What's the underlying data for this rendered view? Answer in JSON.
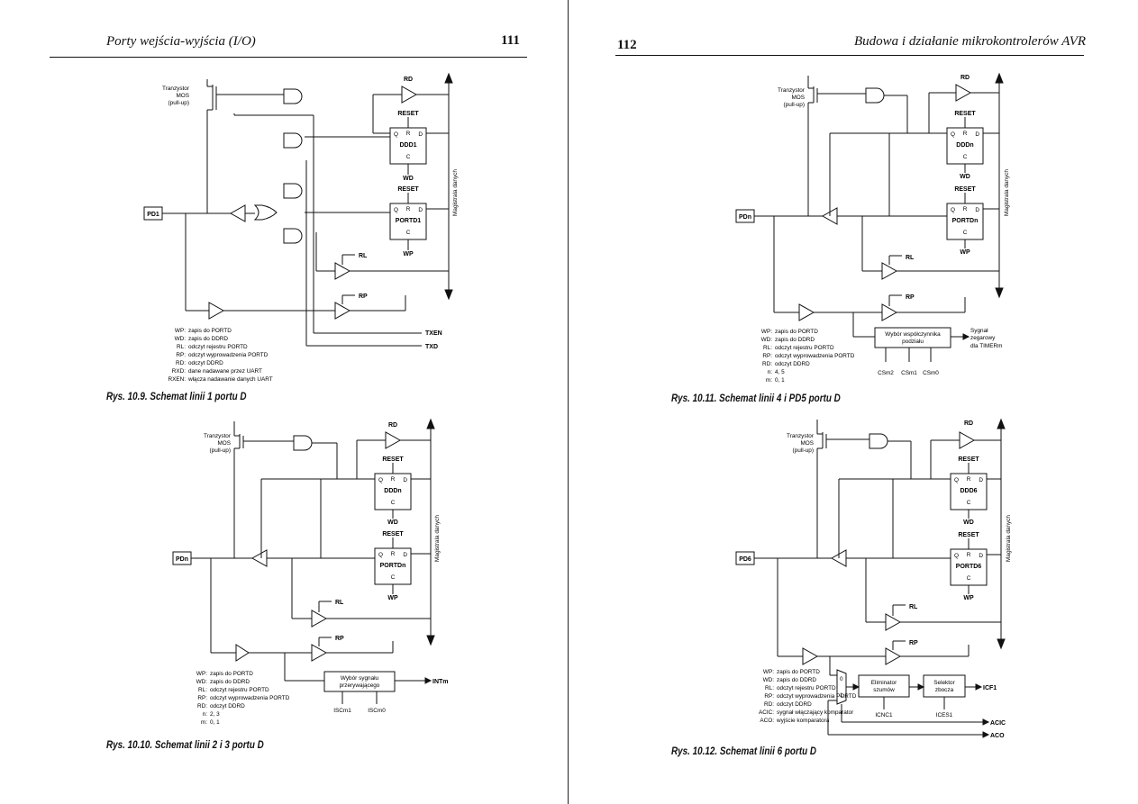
{
  "left_page": {
    "header_title": "Porty wejścia-wyjścia (I/O)",
    "page_number": "111",
    "figures": [
      {
        "caption": "Rys. 10.9. Schemat linii 1 portu D",
        "pin_label": "PD1",
        "transistor_label": [
          "Tranzystor",
          "MOS",
          "(pull-up)"
        ],
        "dir_register": "DDD1",
        "port_register": "PORTD1",
        "reset_label": "RESET",
        "q_label": "Q",
        "r_label": "R",
        "d_label": "D",
        "c_label": "C",
        "rd_label": "RD",
        "wd_label": "WD",
        "wp_label": "WP",
        "rl_label": "RL",
        "rp_label": "RP",
        "bus_label": "Magistrala danych",
        "extra_signals": [
          "TXEN",
          "TXD"
        ],
        "legend": [
          {
            "key": "WP:",
            "text": "zapis do PORTD"
          },
          {
            "key": "WD:",
            "text": "zapis do DDRD"
          },
          {
            "key": "RL:",
            "text": "odczyt rejestru PORTD"
          },
          {
            "key": "RP:",
            "text": "odczyt wyprowadzenia PORTD"
          },
          {
            "key": "RD:",
            "text": "odczyt DDRD"
          },
          {
            "key": "RXD:",
            "text": "dane nadawane przez UART"
          },
          {
            "key": "RXEN:",
            "text": "włącza nadawanie danych UART"
          }
        ]
      },
      {
        "caption": "Rys. 10.10. Schemat linii 2 i 3 portu D",
        "pin_label": "PDn",
        "transistor_label": [
          "Tranzystor",
          "MOS",
          "(pull-up)"
        ],
        "dir_register": "DDDn",
        "port_register": "PORTDn",
        "reset_label": "RESET",
        "q_label": "Q",
        "r_label": "R",
        "d_label": "D",
        "c_label": "C",
        "rd_label": "RD",
        "wd_label": "WD",
        "wp_label": "WP",
        "rl_label": "RL",
        "rp_label": "RP",
        "bus_label": "Magistrala danych",
        "block_label": [
          "Wybór sygnału",
          "przerywającego"
        ],
        "block_output": "INTm",
        "block_inputs": [
          "ISCm1",
          "ISCm0"
        ],
        "legend": [
          {
            "key": "WP:",
            "text": "zapis do PORTD"
          },
          {
            "key": "WD:",
            "text": "zapis do DDRD"
          },
          {
            "key": "RL:",
            "text": "odczyt rejestru PORTD"
          },
          {
            "key": "RP:",
            "text": "odczyt wyprowadzenia PORTD"
          },
          {
            "key": "RD:",
            "text": "odczyt DDRD"
          },
          {
            "key": "n:",
            "text": "2, 3"
          },
          {
            "key": "m:",
            "text": "0, 1"
          }
        ]
      }
    ]
  },
  "right_page": {
    "header_title": "Budowa i działanie mikrokontrolerów AVR",
    "page_number": "112",
    "figures": [
      {
        "caption": "Rys. 10.11. Schemat linii 4 i PD5 portu D",
        "pin_label": "PDn",
        "transistor_label": [
          "Tranzystor",
          "MOS",
          "(pull-up)"
        ],
        "dir_register": "DDDn",
        "port_register": "PORTDn",
        "reset_label": "RESET",
        "q_label": "Q",
        "r_label": "R",
        "d_label": "D",
        "c_label": "C",
        "rd_label": "RD",
        "wd_label": "WD",
        "wp_label": "WP",
        "rl_label": "RL",
        "rp_label": "RP",
        "bus_label": "Magistrala danych",
        "block_label": [
          "Wybór współczynnika",
          "podziału"
        ],
        "block_output": [
          "Sygnał",
          "zegarowy",
          "dla TIMERm"
        ],
        "block_inputs": [
          "CSm2",
          "CSm1",
          "CSm0"
        ],
        "legend": [
          {
            "key": "WP:",
            "text": "zapis do PORTD"
          },
          {
            "key": "WD:",
            "text": "zapis do DDRD"
          },
          {
            "key": "RL:",
            "text": "odczyt rejestru PORTD"
          },
          {
            "key": "RP:",
            "text": "odczyt wyprowadzenia PORTD"
          },
          {
            "key": "RD:",
            "text": "odczyt DDRD"
          },
          {
            "key": "n:",
            "text": "4, 5"
          },
          {
            "key": "m:",
            "text": "0, 1"
          }
        ]
      },
      {
        "caption": "Rys. 10.12. Schemat linii 6 portu D",
        "pin_label": "PD6",
        "transistor_label": [
          "Tranzystor",
          "MOS",
          "(pull-up)"
        ],
        "dir_register": "DDD6",
        "port_register": "PORTD6",
        "reset_label": "RESET",
        "q_label": "Q",
        "r_label": "R",
        "d_label": "D",
        "c_label": "C",
        "rd_label": "RD",
        "wd_label": "WD",
        "wp_label": "WP",
        "rl_label": "RL",
        "rp_label": "RP",
        "bus_label": "Magistrala danych",
        "mux_labels": [
          "0",
          "1"
        ],
        "block1_label": [
          "Eliminator",
          "szumów"
        ],
        "block2_label": [
          "Selektor",
          "zbocza"
        ],
        "block_output": "ICF1",
        "block1_input": "ICNC1",
        "block2_input": "ICES1",
        "extra_signals": [
          "ACIC",
          "ACO"
        ],
        "legend": [
          {
            "key": "WP:",
            "text": "zapis do PORTD"
          },
          {
            "key": "WD:",
            "text": "zapis do DDRD"
          },
          {
            "key": "RL:",
            "text": "odczyt rejestru PORTD"
          },
          {
            "key": "RP:",
            "text": "odczyt wyprowadzenia PORTD"
          },
          {
            "key": "RD:",
            "text": "odczyt DDRD"
          },
          {
            "key": "ACIC:",
            "text": "sygnał włączający komparator"
          },
          {
            "key": "ACO:",
            "text": "wyjście komparatora"
          }
        ]
      }
    ]
  }
}
